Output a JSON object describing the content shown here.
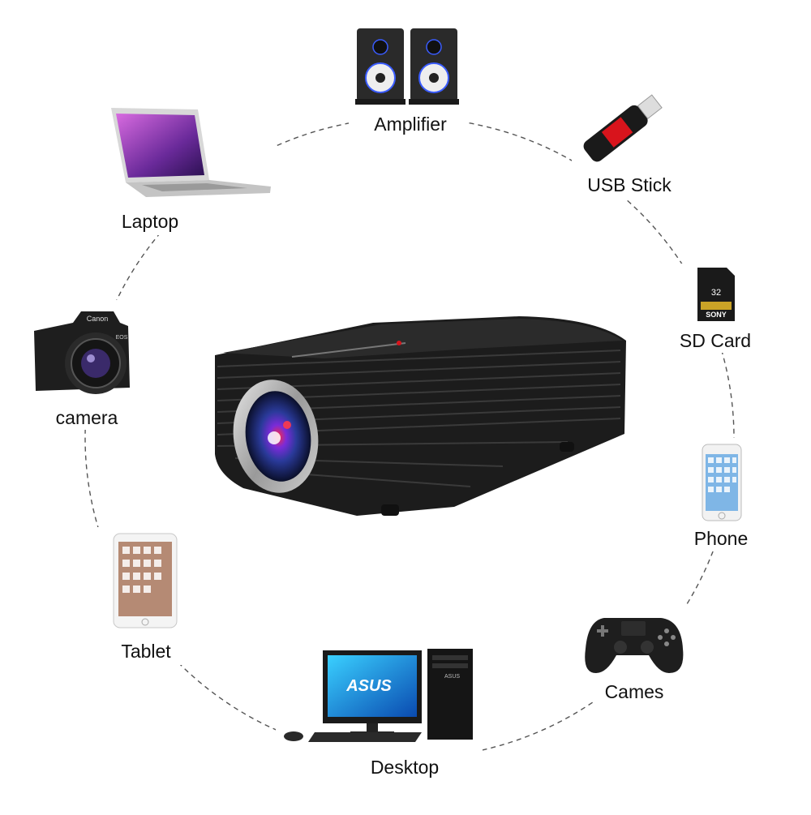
{
  "devices": {
    "amplifier": "Amplifier",
    "usb_stick": "USB Stick",
    "sd_card": "SD Card",
    "phone": "Phone",
    "games": "Cames",
    "desktop": "Desktop",
    "tablet": "Tablet",
    "camera": "camera",
    "laptop": "Laptop"
  },
  "brand_marks": {
    "camera_brand": "Canon",
    "camera_model": "EOS",
    "sd_brand": "SONY",
    "sd_capacity": "32",
    "desktop_brand": "ASUS"
  },
  "colors": {
    "dashed_ring": "#555555",
    "projector_body": "#1c1c1c",
    "lens_ring": "#b8b8b8",
    "usb_accent": "#d8141c",
    "speaker_accent": "#3a5cff"
  }
}
